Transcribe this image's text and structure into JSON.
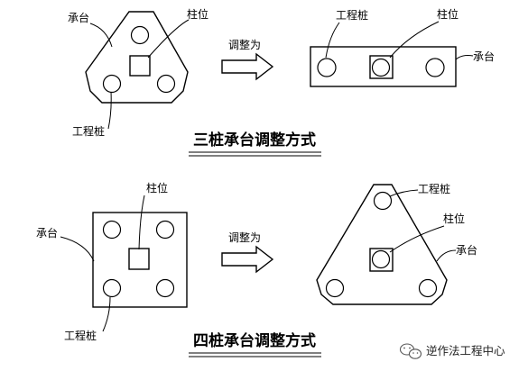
{
  "diagram1": {
    "before": {
      "cap_label": "承台",
      "column_label": "柱位",
      "pile_label": "工程桩"
    },
    "arrow_label": "调整为",
    "after": {
      "pile_label": "工程桩",
      "column_label": "柱位",
      "cap_label": "承台"
    },
    "caption": "三桩承台调整方式"
  },
  "diagram2": {
    "before": {
      "column_label": "柱位",
      "cap_label": "承台",
      "pile_label": "工程桩"
    },
    "arrow_label": "调整为",
    "after": {
      "pile_label": "工程桩",
      "column_label": "柱位",
      "cap_label": "承台"
    },
    "caption": "四桩承台调整方式"
  },
  "watermark": {
    "text": "逆作法工程中心",
    "icon": "wechat-icon"
  },
  "colors": {
    "line": "#000000",
    "background": "#ffffff"
  }
}
